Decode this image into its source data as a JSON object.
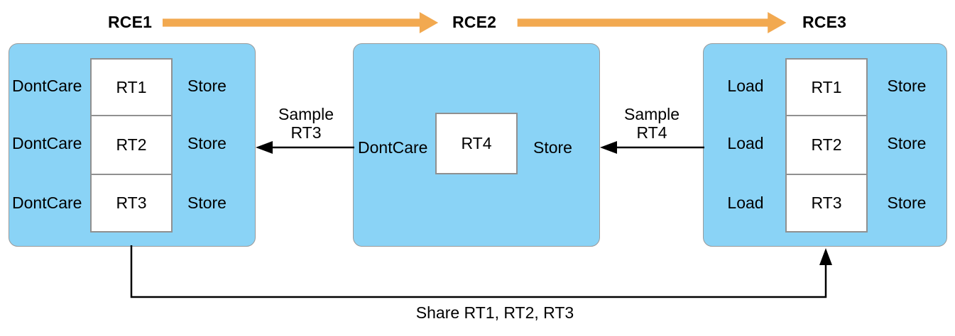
{
  "diagram": {
    "title_sequence": [
      "RCE1",
      "RCE2",
      "RCE3"
    ],
    "colors": {
      "panel_fill": "#8AD3F6",
      "panel_stroke": "#9A9A9A",
      "register_stroke": "#909090",
      "phase_arrow": "#F2A950",
      "edge_stroke": "#000000",
      "text": "#000000",
      "background": "#FFFFFF"
    },
    "phases": [
      {
        "name": "RCE1"
      },
      {
        "name": "RCE2"
      },
      {
        "name": "RCE3"
      }
    ],
    "panels": [
      {
        "id": "rce1",
        "title": "RCE1",
        "left_labels": [
          "DontCare",
          "DontCare",
          "DontCare"
        ],
        "registers": [
          "RT1",
          "RT2",
          "RT3"
        ],
        "right_labels": [
          "Store",
          "Store",
          "Store"
        ]
      },
      {
        "id": "rce2",
        "title": "RCE2",
        "left_labels": [
          "DontCare"
        ],
        "registers": [
          "RT4"
        ],
        "right_labels": [
          "Store"
        ]
      },
      {
        "id": "rce3",
        "title": "RCE3",
        "left_labels": [
          "Load",
          "Load",
          "Load"
        ],
        "registers": [
          "RT1",
          "RT2",
          "RT3"
        ],
        "right_labels": [
          "Store",
          "Store",
          "Store"
        ]
      }
    ],
    "edges": [
      {
        "id": "edge-sample-rt3",
        "line1": "Sample",
        "line2": "RT3",
        "from": "rce2",
        "to": "rce1",
        "direction": "left"
      },
      {
        "id": "edge-sample-rt4",
        "line1": "Sample",
        "line2": "RT4",
        "from": "rce3",
        "to": "rce2",
        "direction": "left"
      },
      {
        "id": "edge-share",
        "label": "Share RT1, RT2, RT3",
        "from": "rce1",
        "to": "rce3",
        "direction": "right"
      }
    ]
  }
}
